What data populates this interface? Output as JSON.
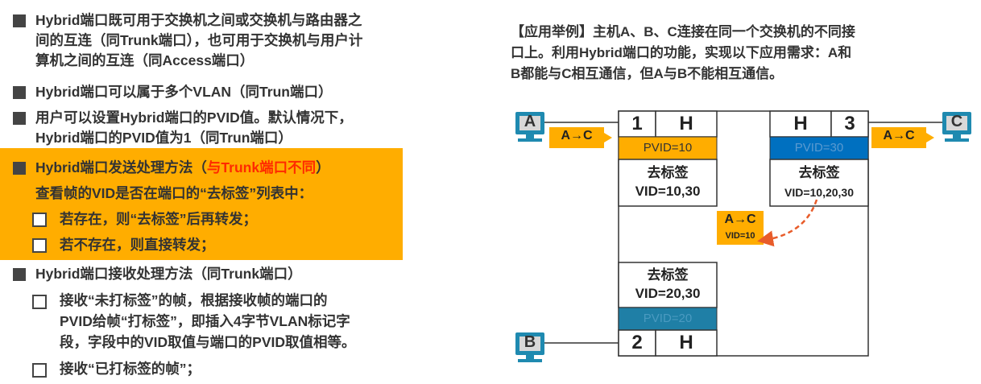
{
  "left": {
    "b1_line1": "Hybrid端口既可用于交换机之间或交换机与路由器之",
    "b1_line2": "间的互连（同Trunk端口），也可用于交换机与用户计",
    "b1_line3": "算机之间的互连（同Access端口）",
    "b2": "Hybrid端口可以属于多个VLAN（同Trun端口）",
    "b3_line1": "用户可以设置Hybrid端口的PVID值。默认情况下，",
    "b3_line2": "Hybrid端口的PVID值为1（同Trun端口）",
    "b4_prefix": "Hybrid端口发送处理方法（",
    "b4_red": "与Trunk端口不同",
    "b4_suffix": "）",
    "b4_sub": "查看帧的VID是否在端口的“去标签”列表中：",
    "b4_c1": "若存在，则“去标签”后再转发；",
    "b4_c2": "若不存在，则直接转发；",
    "b5": "Hybrid端口接收处理方法（同Trunk端口）",
    "b5_c1_line1": "接收“未打标签”的帧，根据接收帧的端口的",
    "b5_c1_line2": "PVID给帧“打标签”，即插入4字节VLAN标记字",
    "b5_c1_line3": "段，字段中的VID取值与端口的PVID取值相等。",
    "b5_c2": "接收“已打标签的帧”；"
  },
  "right": {
    "example_line1": "【应用举例】主机A、B、C连接在同一个交换机的不同接",
    "example_line2": "口上。利用Hybrid端口的功能，实现以下应用需求：A和",
    "example_line3": "B都能与C相互通信，但A与B不能相互通信。"
  },
  "diagram": {
    "host_a": "A",
    "host_b": "B",
    "host_c": "C",
    "port1_num": "1",
    "port1_type": "H",
    "port1_pvid": "PVID=10",
    "port1_untag_title": "去标签",
    "port1_untag_vids": "VID=10,30",
    "port3_type": "H",
    "port3_num": "3",
    "port3_pvid": "PVID=30",
    "port3_untag_title": "去标签",
    "port3_untag_vids": "VID=10,20,30",
    "port2_untag_title": "去标签",
    "port2_untag_vids": "VID=20,30",
    "port2_pvid": "PVID=20",
    "port2_num": "2",
    "port2_type": "H",
    "frame_in_a": "A→C",
    "frame_out_c": "A→C",
    "frame_inner": "A→C",
    "frame_inner_vid": "VID=10",
    "colors": {
      "orange": "#ffad00",
      "blue": "#0070c0",
      "teal": "#1f7fa6",
      "red_arrow": "#e85c2a",
      "host_blue": "#1f8ab0"
    }
  }
}
